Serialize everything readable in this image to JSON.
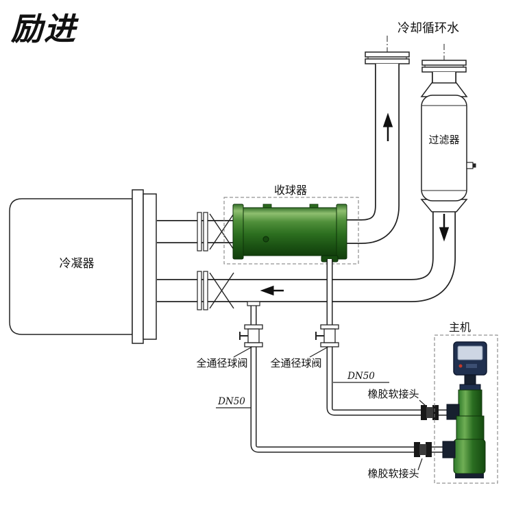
{
  "logo": {
    "text": "励进",
    "color": "#c01414"
  },
  "labels": {
    "cooling_water": "冷却循环水",
    "filter": "过滤器",
    "ball_collector": "收球器",
    "condenser": "冷凝器",
    "main_unit": "主机",
    "valve_left": "全通径球阀",
    "valve_right": "全通径球阀",
    "dn50_left": "DN50",
    "dn50_right": "DN50",
    "rubber_joint_top": "橡胶软接头",
    "rubber_joint_bottom": "橡胶软接头"
  },
  "colors": {
    "pipe_outline": "#222222",
    "vessel_green_light": "#8fbf70",
    "vessel_green_dark": "#123e0c",
    "controller_navy": "#20304f",
    "fitting_dark": "#181818",
    "dashed_boundary": "#777777",
    "label_text": "#111111"
  }
}
